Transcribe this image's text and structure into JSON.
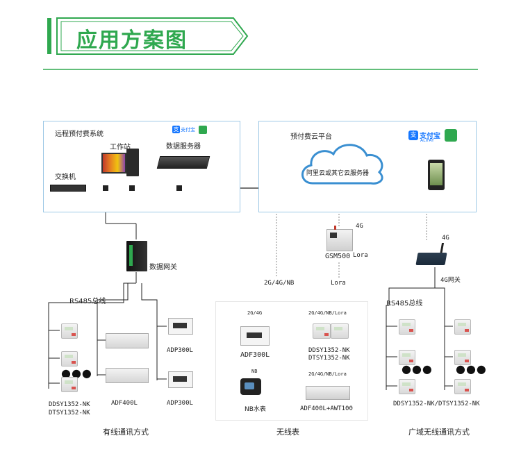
{
  "title": "应用方案图",
  "colors": {
    "accent": "#2fa84f",
    "panel_border": "#9ec9e6",
    "cloud": "#3a8fd1"
  },
  "left_panel": {
    "system_label": "远程预付费系统",
    "workstation": "工作站",
    "data_server": "数据服务器",
    "switch": "交换机",
    "logo_text": "支付宝"
  },
  "right_panel": {
    "platform_label": "预付费云平台",
    "cloud_text": "阿里云或其它云服务器",
    "alipay_text": "支付宝",
    "alipay_sub": "ALIPAY"
  },
  "wired": {
    "gateway": "数据网关",
    "bus": "RS485总线",
    "meters_label": [
      "DDSY1352-NK",
      "DTSY1352-NK"
    ],
    "adf400l": "ADF400L",
    "adp300l_top": "ADP300L",
    "adp300l_bottom": "ADP300L",
    "caption": "有线通讯方式"
  },
  "middle": {
    "net_label": "2G/4G/NB",
    "gsm_4g": "4G",
    "gsm_name": "GSM500",
    "gsm_lora": "Lora",
    "lora_label": "Lora",
    "tag_adf": "2G/4G",
    "adf300l": "ADF300L",
    "tag_meter": "2G/4G/NB/Lora",
    "meters_label": [
      "DDSY1352-NK",
      "DTSY1352-NK"
    ],
    "tag_nb": "NB",
    "nb_water": "NB水表",
    "tag_awt": "2G/4G/NB/Lora",
    "adf400l_awt": "ADF400L+AWT100",
    "caption": "无线表"
  },
  "wan": {
    "tag_4g": "4G",
    "gateway": "4G网关",
    "bus": "RS485总线",
    "meters_label": "DDSY1352-NK/DTSY1352-NK",
    "caption": "广域无线通讯方式"
  },
  "dots": "●●●"
}
